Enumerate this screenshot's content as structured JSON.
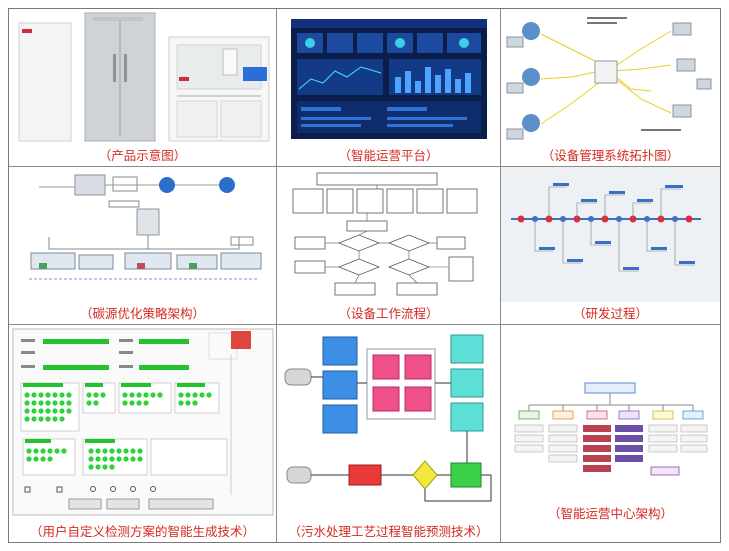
{
  "panels": [
    {
      "caption": "（产品示意图）"
    },
    {
      "caption": "（智能运营平台）"
    },
    {
      "caption": "（设备管理系统拓扑图）"
    },
    {
      "caption": "（碳源优化策略架构）"
    },
    {
      "caption": "（设备工作流程）"
    },
    {
      "caption": "（研发过程）"
    },
    {
      "caption": "（用户自定义检测方案的智能生成技术）"
    },
    {
      "caption": "（污水处理工艺过程智能预测技术）"
    },
    {
      "caption": "（智能运营中心架构）"
    }
  ],
  "colors": {
    "caption": "#d6281f",
    "dashboard_bg": "#0b1e4a",
    "status_green": "#22c22e",
    "flow_blue": "#3d8fe6",
    "flow_pink": "#f0508a",
    "flow_cyan": "#5ee0d8",
    "flow_red": "#e83a3a",
    "flow_yellow": "#f2e640"
  }
}
